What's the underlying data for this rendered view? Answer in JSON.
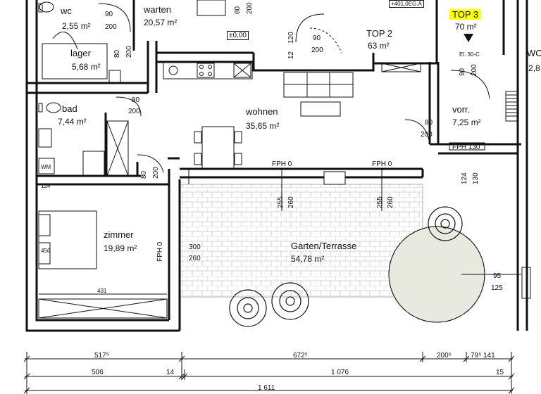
{
  "rooms": {
    "wc": {
      "name": "wc",
      "area": "2,55 m²"
    },
    "warten": {
      "name": "warten",
      "area": "20,57 m²"
    },
    "lager": {
      "name": "lager",
      "area": "5,68 m²"
    },
    "top2": {
      "name": "TOP 2",
      "area": "63 m²"
    },
    "top3": {
      "name": "TOP 3",
      "area": "70 m²"
    },
    "bad": {
      "name": "bad",
      "area": "7,44 m²"
    },
    "wohnen": {
      "name": "wohnen",
      "area": "35,65 m²"
    },
    "vorr": {
      "name": "vorr.",
      "area": "7,25 m²"
    },
    "zimmer": {
      "name": "zimmer",
      "area": "19,89 m²"
    },
    "garten": {
      "name": "Garten/Terrasse",
      "area": "54,78 m²"
    },
    "right_edge": {
      "name": "WC",
      "area": "2,8"
    }
  },
  "door_marks": {
    "d1": [
      "90",
      "200"
    ],
    "d2": [
      "80",
      "200"
    ],
    "d3": [
      "90",
      "200"
    ],
    "d4": [
      "80",
      "200"
    ],
    "d5": [
      "80",
      "200"
    ],
    "d6": [
      "80",
      "200"
    ],
    "d7": [
      "90",
      "200"
    ],
    "d8": [
      "80",
      "200"
    ]
  },
  "level_marks": {
    "zero": "±0,00",
    "top_small": "+401,0EG.A",
    "elx": "El. 30-C"
  },
  "fph": {
    "f1": "FPH 0",
    "f2": "FPH 0",
    "f3": "FPH 130",
    "f4": "FPH 0"
  },
  "heights": {
    "h1": "255",
    "h1b": "260",
    "h2": "255",
    "h2b": "260",
    "h3": "124",
    "h3b": "130",
    "h4": "120",
    "h4b": "12"
  },
  "window_dims": {
    "w1a": "300",
    "w1b": "260",
    "w2a": "95",
    "w2b": "125",
    "w3": "431"
  },
  "wm": "WM",
  "misc_small": {
    "s1": "124",
    "s2": "456"
  },
  "bottom_dims": {
    "row1": [
      "517⁵",
      "672⁵",
      "200⁵",
      "79⁵",
      "141"
    ],
    "row2": [
      "506",
      "14",
      "1 076",
      "15"
    ],
    "row3": [
      "1 611"
    ]
  },
  "colors": {
    "line": "#111111",
    "hatch": "#b8b8b8",
    "tree": "#e8eadf",
    "highlight": "#ffff00"
  }
}
